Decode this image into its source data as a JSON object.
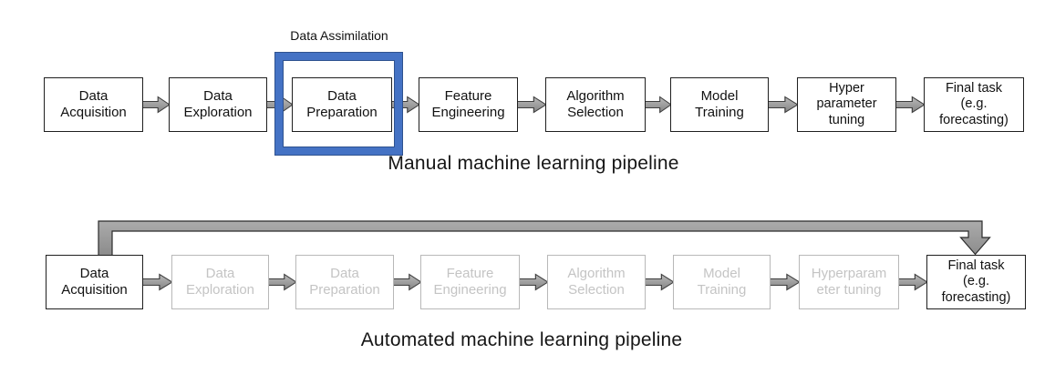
{
  "manual_pipeline": {
    "caption": "Manual machine learning pipeline",
    "annotation": {
      "label": "Data Assimilation",
      "highlight_color": "#4472C4",
      "highlighted_step": "Data Preparation"
    },
    "boxes": [
      {
        "label": "Data\nAcquisition"
      },
      {
        "label": "Data\nExploration"
      },
      {
        "label": "Data\nPreparation"
      },
      {
        "label": "Feature\nEngineering"
      },
      {
        "label": "Algorithm\nSelection"
      },
      {
        "label": "Model\nTraining"
      },
      {
        "label": "Hyper\nparameter\ntuning"
      },
      {
        "label": "Final task\n(e.g.\nforecasting)"
      }
    ]
  },
  "automated_pipeline": {
    "caption": "Automated machine learning pipeline",
    "boxes": [
      {
        "label": "Data\nAcquisition",
        "automated": false
      },
      {
        "label": "Data\nExploration",
        "automated": true
      },
      {
        "label": "Data\nPreparation",
        "automated": true
      },
      {
        "label": "Feature\nEngineering",
        "automated": true
      },
      {
        "label": "Algorithm\nSelection",
        "automated": true
      },
      {
        "label": "Model\nTraining",
        "automated": true
      },
      {
        "label": "Hyperparam\neter tuning",
        "automated": true
      },
      {
        "label": "Final task\n(e.g.\nforecasting)",
        "automated": false
      }
    ]
  },
  "colors": {
    "highlight_blue": "#4472C4",
    "highlight_blue_edge": "#2f528f",
    "box_border_black": "#1f1f1f",
    "automated_gray_border": "#b8b8b8",
    "automated_gray_text": "#c4c4c4",
    "arrow_gray": "#9a9a9a",
    "caption_text": "#151515",
    "background": "#ffffff"
  }
}
